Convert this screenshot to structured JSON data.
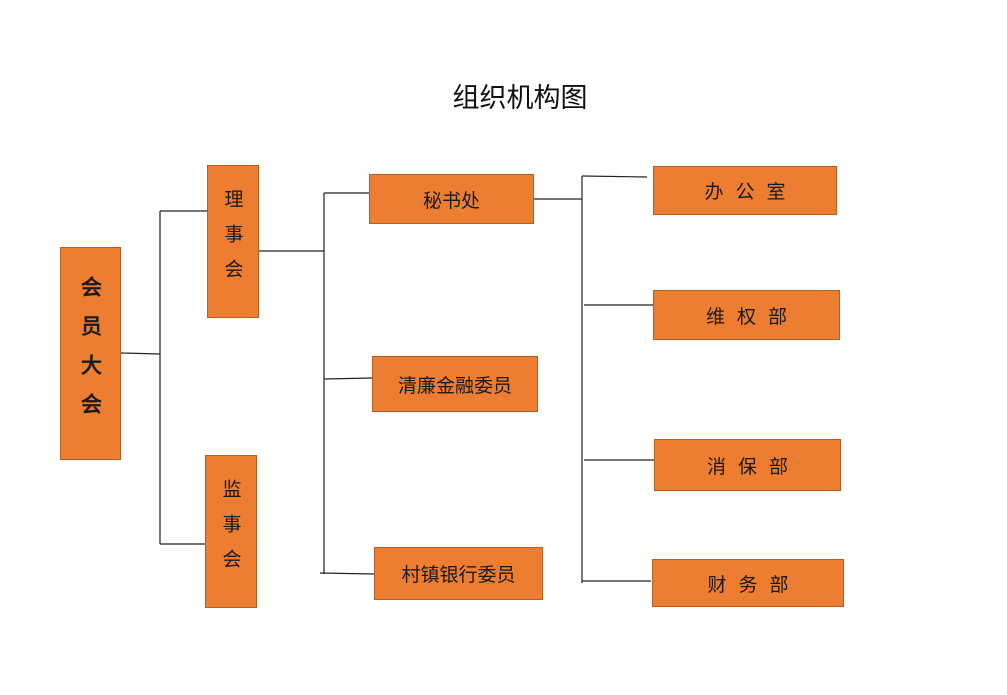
{
  "diagram": {
    "title": "组织机构图",
    "root": "会员大会",
    "level1": [
      "理事会",
      "监事会"
    ],
    "level2": [
      "秘书处",
      "清廉金融委员",
      "村镇银行委员"
    ],
    "level3": [
      "办公室",
      "维权部",
      "消保部",
      "财务部"
    ],
    "colors": {
      "box_fill": "#ED7D31",
      "box_border": "#B75E20",
      "line": "#222222"
    }
  }
}
